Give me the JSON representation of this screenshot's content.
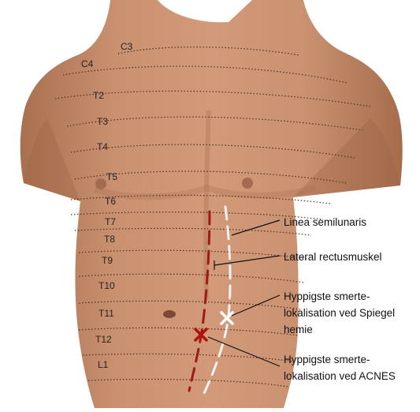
{
  "dermatomes": [
    "C3",
    "C4",
    "T2",
    "T3",
    "T4",
    "T5",
    "T6",
    "T7",
    "T8",
    "T9",
    "T10",
    "T11",
    "T12",
    "L1"
  ],
  "annotations": {
    "linea_semilunaris": "Linea semilunaris",
    "lateral_rectus": "Lateral rectusmuskel",
    "spiegel": [
      "Hyppigste smerte-",
      "lokalisation ved Spiegel",
      "hemie"
    ],
    "acnes": [
      "Hyppigste smerte-",
      "lokalisation ved ACNES"
    ]
  },
  "colors": {
    "skin": "#c8906d",
    "skin_shadow": "#a86f50",
    "rectus_line": "#a01818",
    "semilunaris_line": "#f2f2f2",
    "acnes_marker": "#b01010",
    "spiegel_marker": "#ffffff"
  }
}
